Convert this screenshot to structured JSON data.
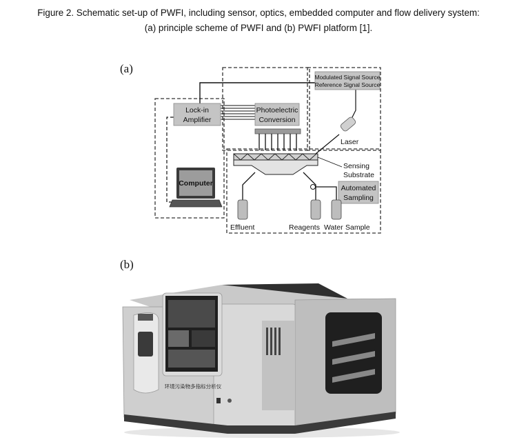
{
  "caption": {
    "line1": "Figure 2. Schematic set-up of PWFI, including sensor, optics, embedded computer and flow delivery system:",
    "line2": "(a) principle scheme of PWFI and (b) PWFI platform [1]."
  },
  "panel_a": {
    "label": "(a)",
    "components": {
      "lock_in_line1": "Lock-in",
      "lock_in_line2": "Amplifier",
      "photo_line1": "Photoelectric",
      "photo_line2": "Conversion",
      "modulated": "Modulated Signal Source",
      "reference": "Reference Signal Source",
      "laser": "Laser",
      "computer": "Computer",
      "sensing_line1": "Sensing",
      "sensing_line2": "Substrate",
      "auto_line1": "Automated",
      "auto_line2": "Sampling",
      "effluent": "Effluent",
      "reagents": "Reagents",
      "water": "Water",
      "sample": "Sample"
    }
  },
  "panel_b": {
    "label": "(b)",
    "device_text": "环境污染物多指标分析仪"
  },
  "colors": {
    "box_fill": "#bdbdbd",
    "device_body": "#d6d6d6",
    "device_dark": "#2a2a2a"
  }
}
